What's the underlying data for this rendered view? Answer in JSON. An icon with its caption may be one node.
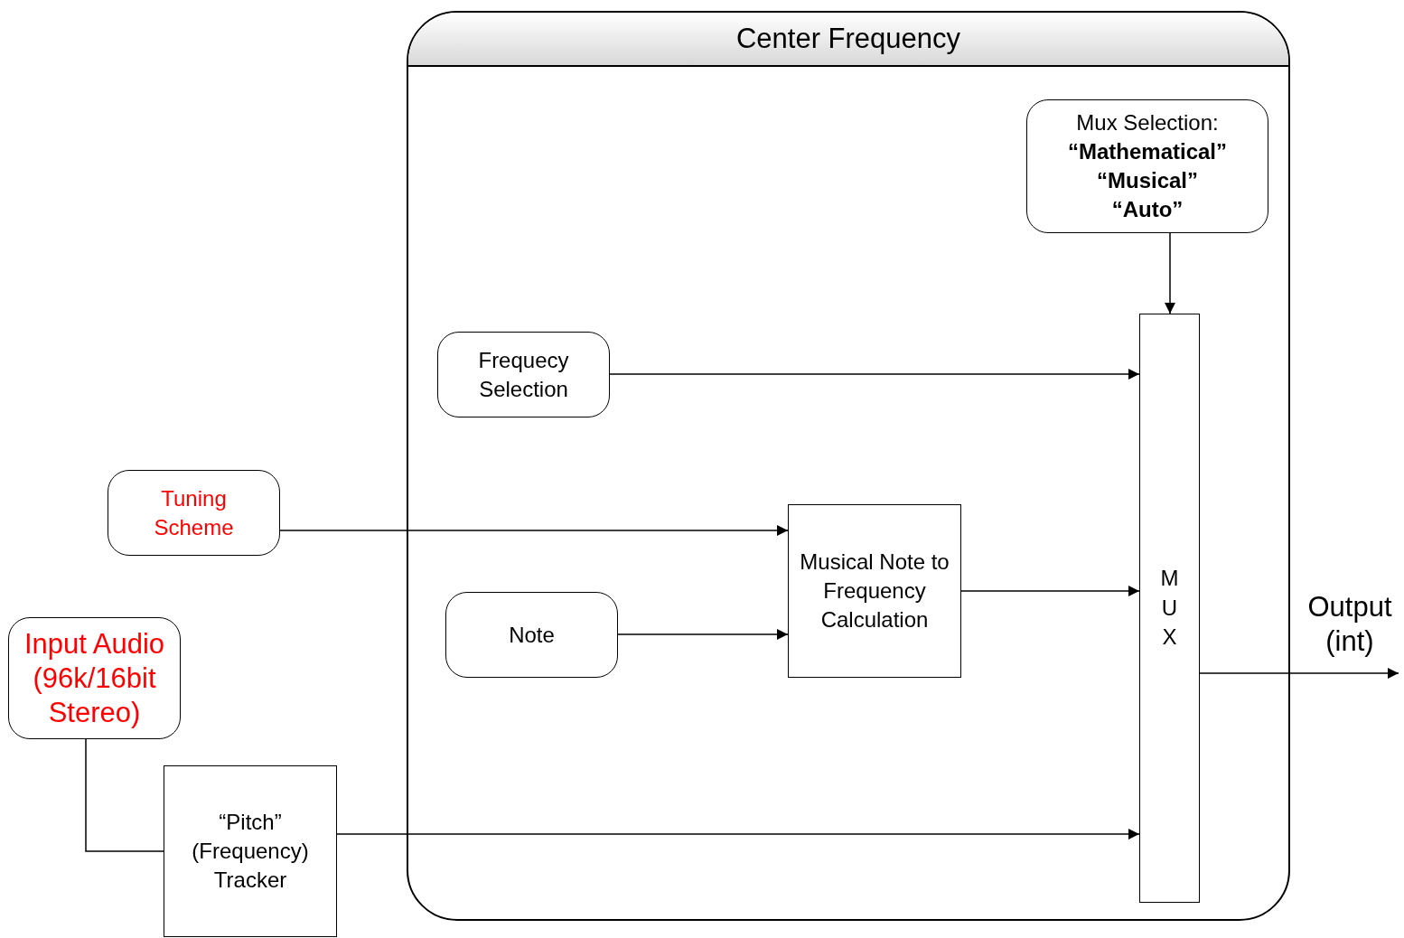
{
  "diagram": {
    "nodes": [
      {
        "text": [
          "Center Frequency"
        ]
      },
      {
        "text": [
          "Mux Selection:",
          "“Mathematical” “Musical” “Auto”"
        ],
        "in": 0
      },
      {
        "text": [
          "Frequecy Selection"
        ],
        "in": 0
      },
      {
        "text": [
          "Musical Note to Frequency Calculation"
        ],
        "in": 0
      },
      {
        "text": [
          "Note"
        ],
        "in": 0
      },
      {
        "text": [
          "MUX"
        ],
        "in": 0
      },
      {
        "text": [
          "Tuning Scheme"
        ]
      },
      {
        "text": [
          "Input Audio (96k/16bit Stereo)"
        ]
      },
      {
        "text": [
          "“Pitch” (Frequency) Tracker"
        ]
      }
    ],
    "edges": [
      {
        "from": 1,
        "to": 5,
        "arrow": "to"
      },
      {
        "from": 2,
        "to": 5,
        "arrow": "to"
      },
      {
        "from": 6,
        "to": 3,
        "arrow": "to"
      },
      {
        "from": 4,
        "to": 3,
        "arrow": "to"
      },
      {
        "from": 3,
        "to": 5,
        "arrow": "to"
      },
      {
        "from": 7,
        "to": 8,
        "arrow": "none"
      },
      {
        "from": 8,
        "to": 5,
        "arrow": "to"
      },
      {
        "from": 5,
        "to": null,
        "arrow": "to",
        "label": "Output (int)"
      }
    ]
  }
}
